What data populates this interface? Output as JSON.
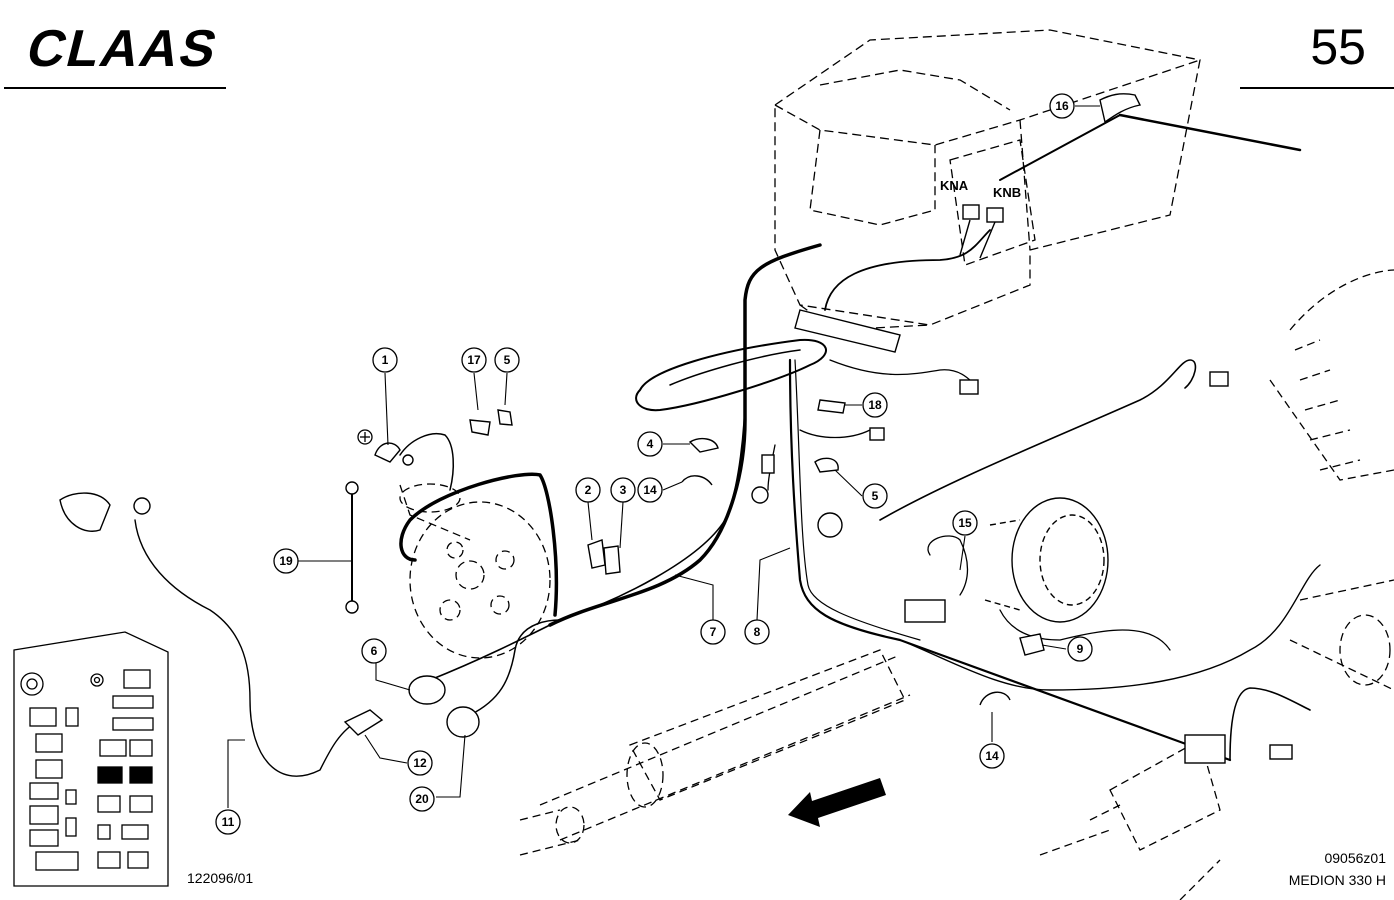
{
  "header": {
    "brand": "CLAAS",
    "page_number": "55"
  },
  "footer": {
    "drawing_ref": "122096/01",
    "figure_code": "09056z01",
    "model": "MEDION 330 H"
  },
  "labels": {
    "kna": "KNA",
    "knb": "KNB"
  },
  "callouts": [
    {
      "id": "c1",
      "text": "1"
    },
    {
      "id": "c17",
      "text": "17"
    },
    {
      "id": "c5a",
      "text": "5"
    },
    {
      "id": "c16",
      "text": "16"
    },
    {
      "id": "c18",
      "text": "18"
    },
    {
      "id": "c4",
      "text": "4"
    },
    {
      "id": "c14a",
      "text": "14"
    },
    {
      "id": "c2",
      "text": "2"
    },
    {
      "id": "c3",
      "text": "3"
    },
    {
      "id": "c5b",
      "text": "5"
    },
    {
      "id": "c15",
      "text": "15"
    },
    {
      "id": "c19",
      "text": "19"
    },
    {
      "id": "c7",
      "text": "7"
    },
    {
      "id": "c8",
      "text": "8"
    },
    {
      "id": "c6",
      "text": "6"
    },
    {
      "id": "c9",
      "text": "9"
    },
    {
      "id": "c12",
      "text": "12"
    },
    {
      "id": "c20",
      "text": "20"
    },
    {
      "id": "c14b",
      "text": "14"
    },
    {
      "id": "c11",
      "text": "11"
    }
  ]
}
